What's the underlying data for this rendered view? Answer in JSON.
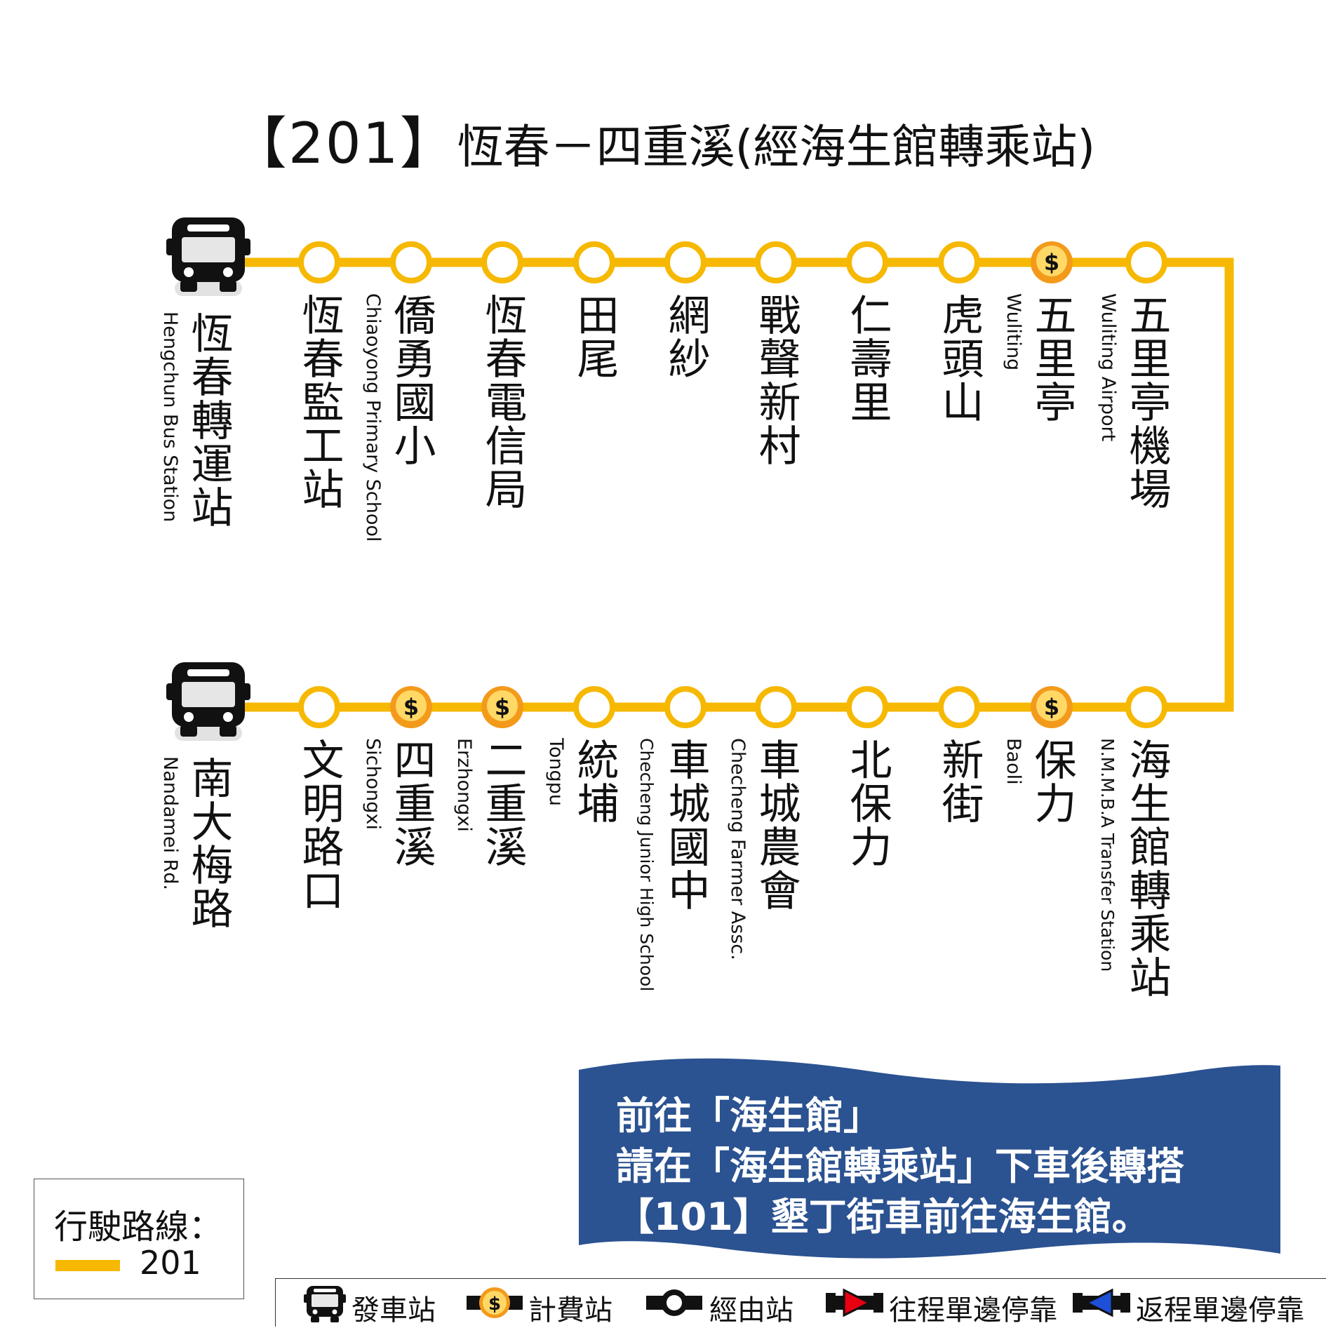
{
  "title": {
    "route_number": "【201】",
    "route_name": "恆春－四重溪(經海生館轉乘站)"
  },
  "colors": {
    "route": "#f6b800",
    "notice_bg": "#2b5291",
    "fare_stop": "#f39a1b",
    "outbound": "#e60012",
    "return": "#1d4fd7"
  },
  "top_row": [
    {
      "zh": "恆春轉運站",
      "en": "Hengchun Bus Station",
      "type": "terminal"
    },
    {
      "zh": "恆春監工站",
      "en": "",
      "type": "stop"
    },
    {
      "zh": "僑勇國小",
      "en": "Chiaoyong Primary School",
      "type": "stop"
    },
    {
      "zh": "恆春電信局",
      "en": "",
      "type": "stop"
    },
    {
      "zh": "田尾",
      "en": "",
      "type": "stop"
    },
    {
      "zh": "網紗",
      "en": "",
      "type": "stop"
    },
    {
      "zh": "戰聲新村",
      "en": "",
      "type": "stop"
    },
    {
      "zh": "仁壽里",
      "en": "",
      "type": "stop"
    },
    {
      "zh": "虎頭山",
      "en": "",
      "type": "stop"
    },
    {
      "zh": "五里亭",
      "en": "Wuliting",
      "type": "fare"
    },
    {
      "zh": "五里亭機場",
      "en": "Wuliting Airport",
      "type": "stop"
    }
  ],
  "bottom_row": [
    {
      "zh": "南大梅路",
      "en": "Nandamei Rd.",
      "type": "terminal"
    },
    {
      "zh": "文明路口",
      "en": "",
      "type": "stop"
    },
    {
      "zh": "四重溪",
      "en": "Sichongxi",
      "type": "fare"
    },
    {
      "zh": "二重溪",
      "en": "Erzhongxi",
      "type": "fare"
    },
    {
      "zh": "統埔",
      "en": "Tongpu",
      "type": "stop"
    },
    {
      "zh": "車城國中",
      "en": "Checheng Junior High School",
      "type": "stop"
    },
    {
      "zh": "車城農會",
      "en": "Checheng Farmer Assc.",
      "type": "stop"
    },
    {
      "zh": "北保力",
      "en": "",
      "type": "stop"
    },
    {
      "zh": "新街",
      "en": "",
      "type": "stop"
    },
    {
      "zh": "保力",
      "en": "Baoli",
      "type": "fare"
    },
    {
      "zh": "海生館轉乘站",
      "en": "N.M.M.B.A Transfer Station",
      "type": "stop"
    }
  ],
  "notice": {
    "lines": [
      "前往「海生館」",
      "請在「海生館轉乘站」下車後轉搭",
      "【101】墾丁街車前往海生館。"
    ]
  },
  "legend": {
    "title": "行駛路線：",
    "route": "201"
  },
  "key": [
    {
      "icon": "bus-icon",
      "label": "發車站"
    },
    {
      "icon": "fare-stop-icon",
      "label": "計費站"
    },
    {
      "icon": "via-stop-icon",
      "label": "經由站"
    },
    {
      "icon": "outbound-arrow-icon",
      "label": "往程單邊停靠"
    },
    {
      "icon": "return-arrow-icon",
      "label": "返程單邊停靠"
    }
  ]
}
